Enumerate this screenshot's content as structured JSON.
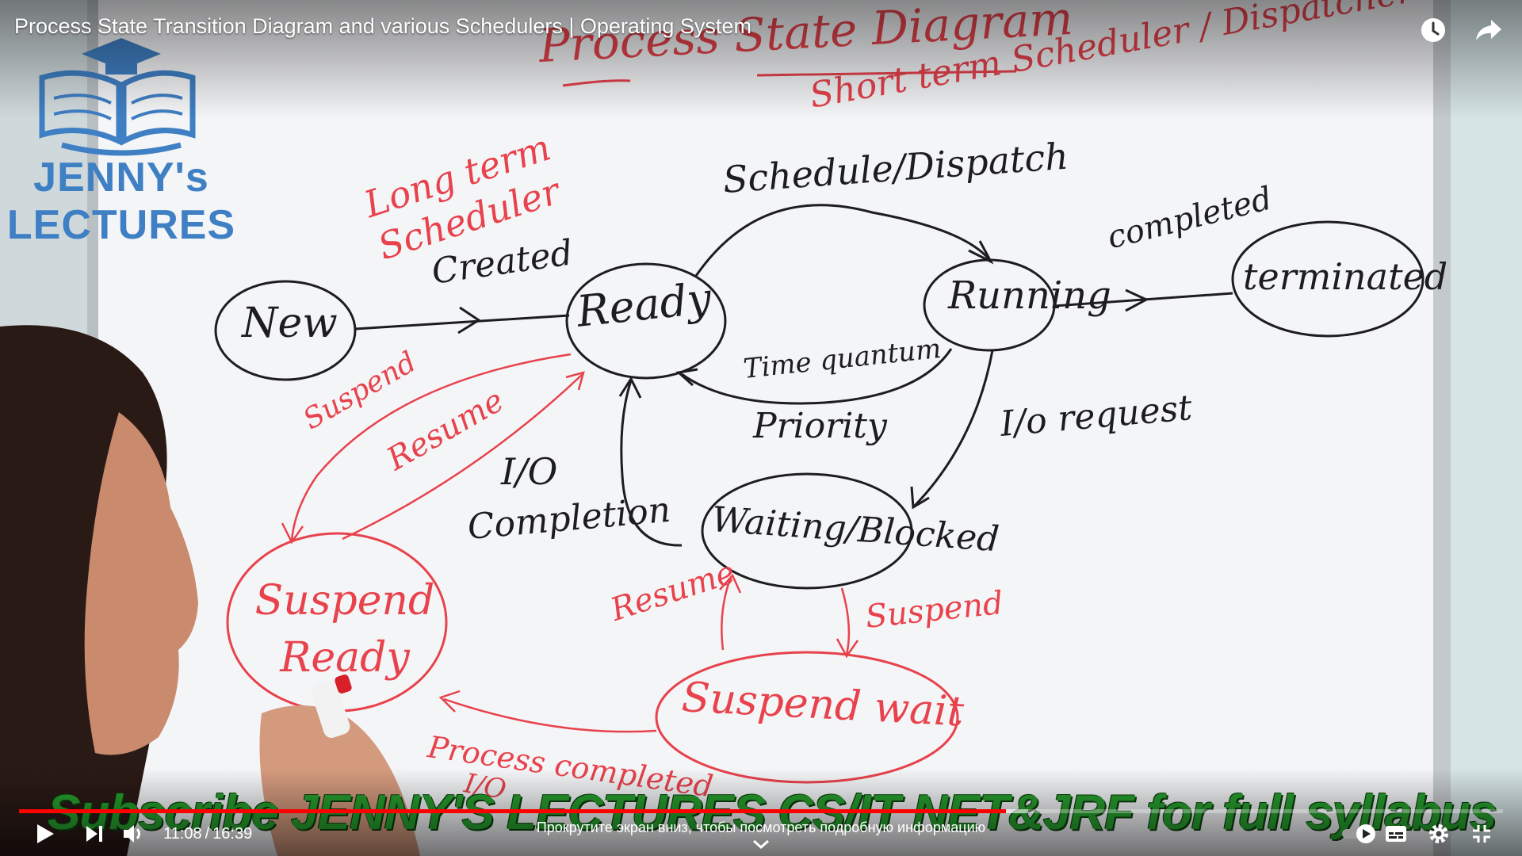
{
  "player": {
    "title": "Process State Transition Diagram and various Schedulers | Operating System",
    "current_time": "11:08",
    "duration": "16:39",
    "time_separator": "/",
    "progress_fraction": 0.665,
    "buffered_fraction": 0.68,
    "scroll_hint": "Прокрутите экран вниз, чтобы посмотреть подробную информацию",
    "accent_color": "#ff0000",
    "top_icons": [
      "watch-later-icon",
      "share-icon"
    ],
    "control_icons": [
      "play-icon",
      "next-icon",
      "volume-icon",
      "autoplay-toggle",
      "subtitles-icon",
      "settings-icon",
      "exit-fullscreen-icon"
    ]
  },
  "logo": {
    "line1": "JENNY's",
    "line2": "LECTURES",
    "icon": "book-graduation-cap-icon",
    "color": "#3f7fc4"
  },
  "whiteboard": {
    "ink_colors": {
      "black": "#1d1d1f",
      "red": "#e8424c"
    },
    "heading": "Process State Diagram",
    "short_term_label": "Short term Scheduler / Dispatcher",
    "long_term_label": "Long term Scheduler",
    "states": {
      "new": "New",
      "ready": "Ready",
      "running": "Running",
      "terminated": "terminated",
      "waiting": "Waiting/Blocked",
      "suspend_ready": "Suspend Ready",
      "suspend_wait": "Suspend wait"
    },
    "transitions": {
      "created": "Created",
      "schedule_dispatch": "Schedule/Dispatch",
      "completed": "completed",
      "time_quantum": "Time quantum",
      "priority": "Priority",
      "io_request": "I/o request",
      "io_completion_1": "I/O",
      "io_completion_2": "Completion",
      "suspend_left": "Suspend",
      "resume_left": "Resume",
      "resume_bottom": "Resume",
      "suspend_bottom": "Suspend",
      "process_completed": "Process completed",
      "io_partial": "I/O"
    }
  },
  "banner": {
    "text": "Subscribe JENNY'S LECTURES CS/IT NET&JRF for full syllabus",
    "color": "#27a02e"
  }
}
